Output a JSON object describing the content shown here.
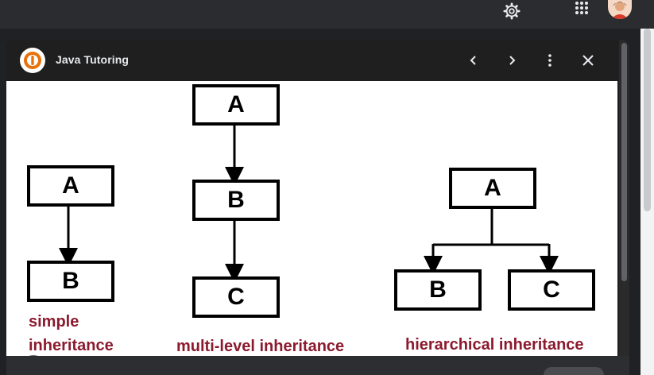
{
  "window": {
    "title": "Java Tutoring"
  },
  "icons": {
    "settings": "gear-icon",
    "apps": "apps-grid-icon",
    "back": "chevron-left-icon",
    "forward": "chevron-right-icon",
    "more": "more-vert-icon",
    "close": "close-icon",
    "lens": "google-lens-icon"
  },
  "diagram": {
    "simple": {
      "top": "A",
      "bottom": "B",
      "caption_line1": "simple",
      "caption_line2": "inheritance"
    },
    "multilevel": {
      "top": "A",
      "middle": "B",
      "bottom": "C",
      "caption": "multi-level inheritance"
    },
    "hierarchical": {
      "top": "A",
      "left": "B",
      "right": "C",
      "caption": "hierarchical inheritance"
    }
  },
  "colors": {
    "caption": "#8b1a2e",
    "brand": "#e8710a",
    "panel": "#1f1f1f"
  }
}
